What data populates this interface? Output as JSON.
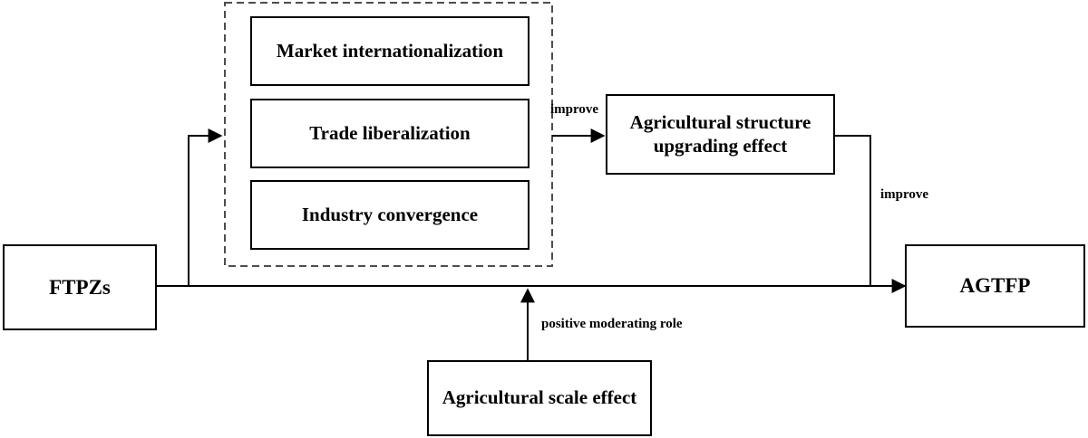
{
  "nodes": {
    "ftpzs": "FTPZs",
    "agtfp": "AGTFP",
    "market": "Market internationalization",
    "trade": "Trade liberalization",
    "industry": "Industry convergence",
    "structure": "Agricultural structure upgrading effect",
    "scale": "Agricultural scale effect"
  },
  "edge_labels": {
    "improve_1": "improve",
    "improve_2": "improve",
    "moderating": "positive moderating role"
  }
}
